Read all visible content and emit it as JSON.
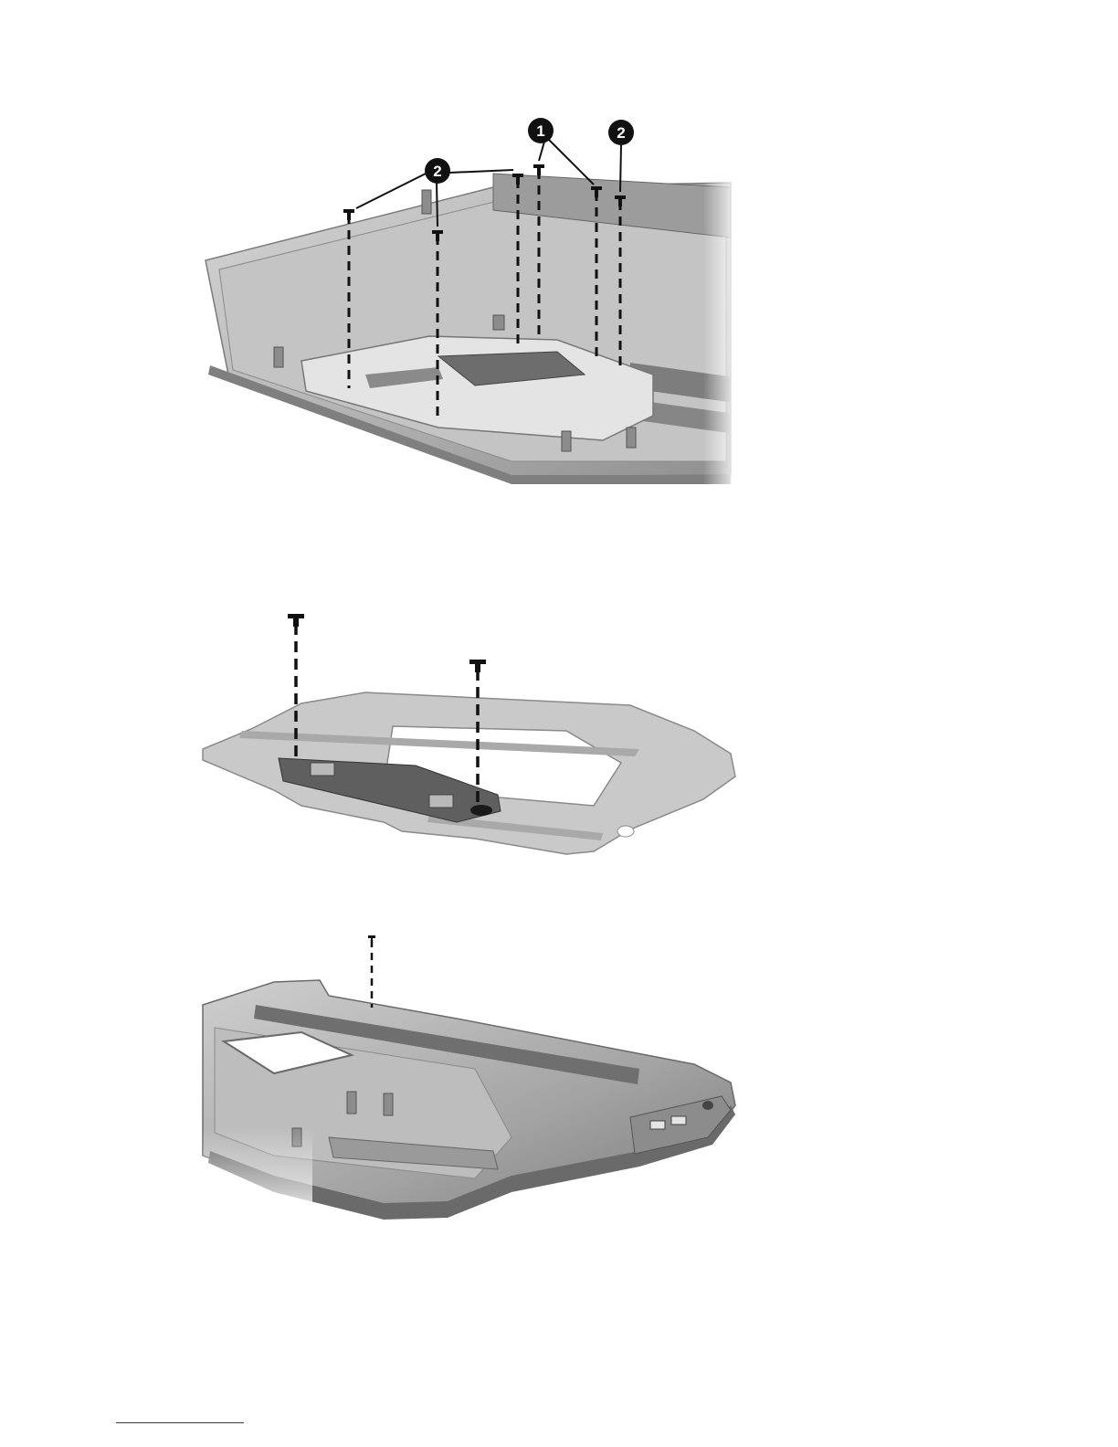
{
  "figures": [
    {
      "id": "touchpad-bracket-screws",
      "callouts": [
        {
          "label": "1"
        },
        {
          "label": "2"
        },
        {
          "label": "2"
        }
      ]
    },
    {
      "id": "touchpad-bracket-detail",
      "callouts": []
    },
    {
      "id": "base-enclosure",
      "callouts": []
    }
  ],
  "colors": {
    "metal": "#c9c9c9",
    "metal_dark": "#8f8f8f",
    "chassis": "#a7a7a7",
    "chassis_dark": "#6e6e6e",
    "callout": "#111111",
    "footer_rule": "#1f3a93"
  }
}
